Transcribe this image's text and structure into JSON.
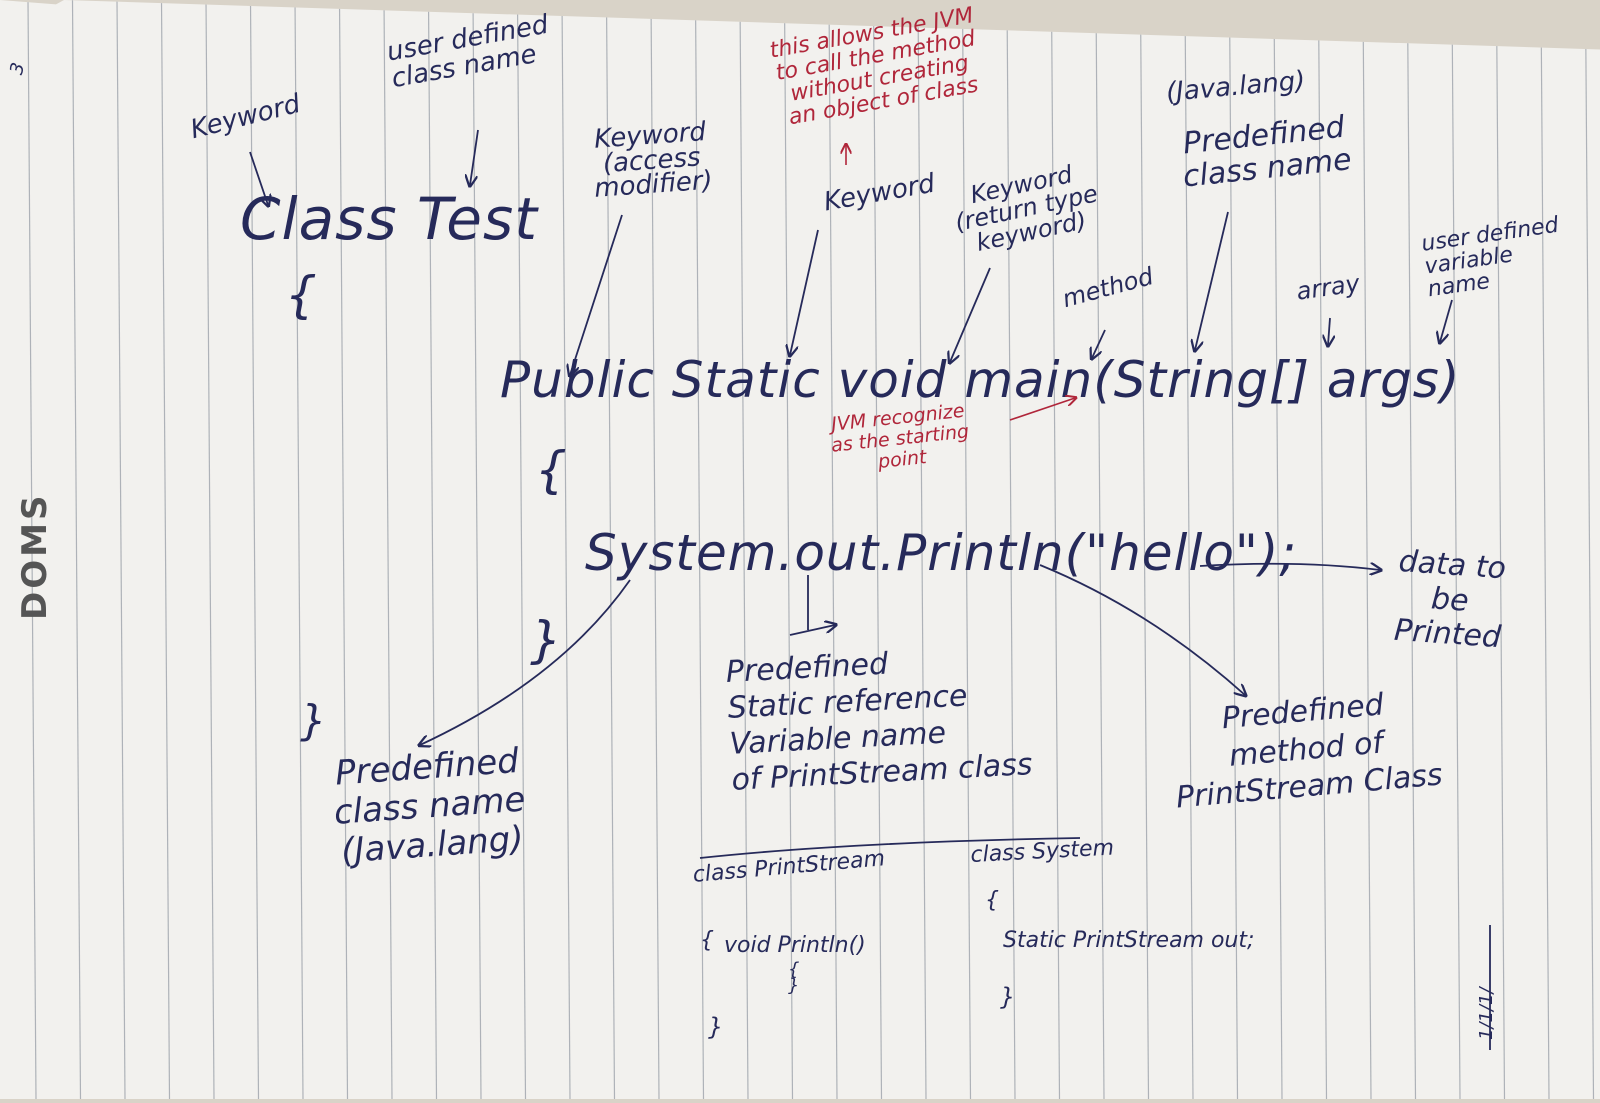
{
  "margin_stamp": "DOMS",
  "corner_mark": "3",
  "page_number": "1/1/1/",
  "code": {
    "class_decl": "Class Test",
    "brace_open": "{",
    "main_sig": "Public Static void main(String[] args)",
    "main_brace_open": "{",
    "print_stmt": "System.out.Println(\"hello\");",
    "main_brace_close": "}",
    "class_brace_close": "}"
  },
  "annotations": {
    "keyword_class": "Keyword",
    "user_defined_class": "user defined\nclass name",
    "keyword_access": "Keyword\n(access\nmodifier)",
    "jvm_note": "this allows the JVM\nto call the method\nwithout creating\nan object of class",
    "keyword_static": "Keyword",
    "keyword_void": "Keyword\n(return type\nkeyword)",
    "java_lang_top": "(Java.lang)",
    "predefined_class_top": "Predefined\nclass name",
    "method": "method",
    "array": "array",
    "user_defined_var": "user defined\nvariable\nname",
    "jvm_recognize": "JVM recognize\nas the starting\npoint",
    "data_printed": "data to\nbe\nPrinted",
    "predefined_class_bottom": "Predefined\nclass name\n(Java.lang)",
    "predefined_static_ref": "Predefined\nStatic reference\nVariable name\nof PrintStream class",
    "predefined_method": "Predefined\nmethod of\nPrintStream Class"
  },
  "bottom_code": {
    "printstream_decl": "class PrintStream",
    "printstream_open": "{",
    "println_method": "void Println()",
    "println_braces": "{\n}",
    "printstream_close": "}",
    "system_decl": "class System",
    "system_open": "{",
    "static_field": "Static PrintStream out;",
    "system_close": "}"
  },
  "colors": {
    "blue_ink": "#262a5a",
    "red_ink": "#b0263a",
    "paper": "#f2f1ee",
    "rule_line": "#aeb2b8"
  }
}
